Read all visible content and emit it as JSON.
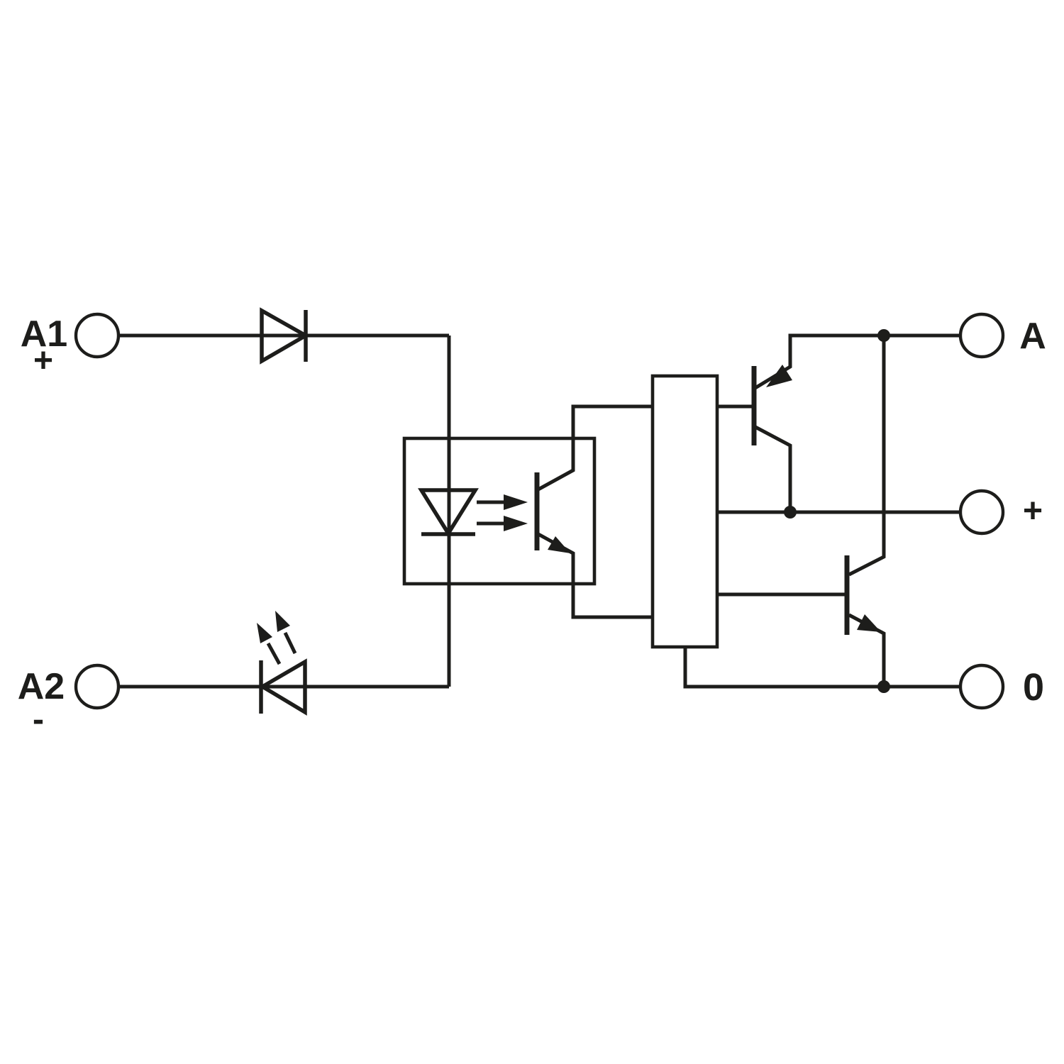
{
  "diagram": {
    "kind": "relay-module-circuit-schematic",
    "colors": {
      "line": "#1d1d1b",
      "background": "#ffffff"
    },
    "terminals": {
      "left": [
        {
          "label": "A1",
          "polarity": "+"
        },
        {
          "label": "A2",
          "polarity": "-"
        }
      ],
      "right": [
        {
          "label": "A"
        },
        {
          "label": "+"
        },
        {
          "label": "0"
        }
      ]
    },
    "components": [
      {
        "name": "input-series-diode"
      },
      {
        "name": "status-led-indicator"
      },
      {
        "name": "optocoupler"
      },
      {
        "name": "driver-block"
      },
      {
        "name": "pnp-output-transistor"
      },
      {
        "name": "npn-output-transistor"
      }
    ]
  }
}
